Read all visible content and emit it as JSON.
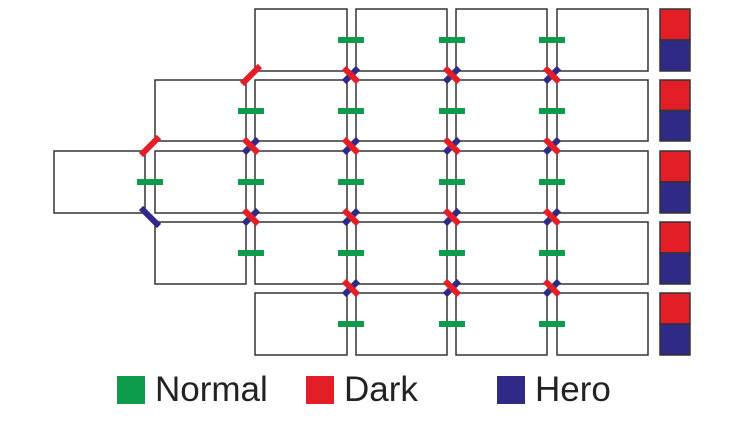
{
  "colors": {
    "normal": "#0f9b4c",
    "dark": "#e31e26",
    "hero": "#2e2a86",
    "box_stroke": "#333333"
  },
  "legend": [
    {
      "key": "normal",
      "label": "Normal"
    },
    {
      "key": "dark",
      "label": "Dark"
    },
    {
      "key": "hero",
      "label": "Hero"
    }
  ]
}
